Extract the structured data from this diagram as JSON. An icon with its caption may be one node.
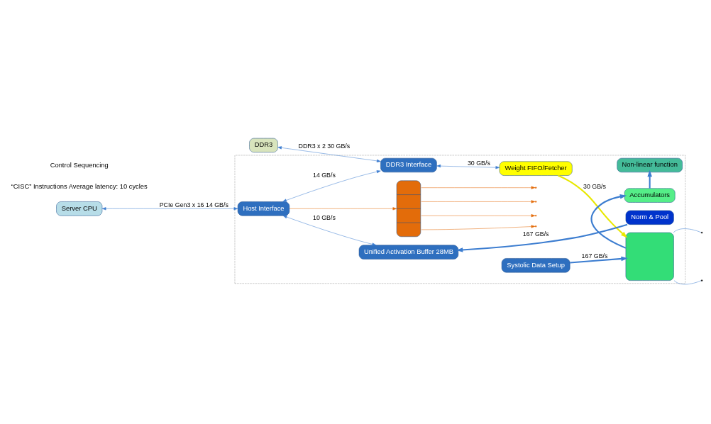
{
  "diagram": {
    "nodes": [
      {
        "text": [
          "DDR3"
        ]
      },
      {
        "text": [
          "Server CPU"
        ]
      },
      {
        "text": [],
        "shape": "box"
      },
      {
        "text": [
          "Host Interface"
        ],
        "in": 2
      },
      {
        "text": [
          "DDR3 Interface"
        ],
        "in": 2
      },
      {
        "text": [
          "Weight FIFO/Fetcher"
        ],
        "in": 2
      },
      {
        "text": [
          "Unified Activation Buffer 28MB"
        ],
        "in": 2
      },
      {
        "text": [
          "Systolic Data Setup"
        ],
        "in": 2
      },
      {
        "text": [],
        "shape": "box",
        "in": 2
      },
      {
        "text": [
          "Accumulators"
        ],
        "in": 2
      },
      {
        "text": [
          "Non-linear function"
        ],
        "in": 2
      },
      {
        "text": [
          "Norm & Pool"
        ],
        "in": 2
      },
      {
        "text": [],
        "shape": "box",
        "in": 2
      }
    ],
    "edges": [
      {
        "from": 1,
        "to": 3,
        "arrow": "both",
        "label": "PCIe Gen3 x 16 14 GB/s"
      },
      {
        "from": 0,
        "to": 4,
        "arrow": "both",
        "label": "DDR3 x 2 30 GB/s"
      },
      {
        "from": 3,
        "to": 4,
        "arrow": "both",
        "label": "14 GB/s"
      },
      {
        "from": 4,
        "to": 5,
        "arrow": "both",
        "label": "30 GB/s"
      },
      {
        "from": 3,
        "to": 6,
        "arrow": "both",
        "label": "10 GB/s"
      },
      {
        "from": 5,
        "to": 8,
        "arrow": "to",
        "label": "30 GB/s",
        "style": "thick",
        "color": "#e8e800"
      },
      {
        "from": 7,
        "to": 8,
        "arrow": "to",
        "label": "167 GB/s",
        "style": "thick"
      },
      {
        "from": 8,
        "to": 9,
        "arrow": "to",
        "style": "thick"
      },
      {
        "from": 9,
        "to": 10,
        "arrow": "to",
        "style": "thick"
      },
      {
        "from": 11,
        "to": 6,
        "arrow": "to",
        "label": "167 GB/s",
        "style": "thick"
      },
      {
        "from": 3,
        "to": 12,
        "arrow": "to",
        "color": "#e36c0a"
      },
      {
        "from": 12,
        "to": null,
        "arrow": "to",
        "color": "#e36c0a"
      },
      {
        "from": 12,
        "to": null,
        "arrow": "to",
        "color": "#e36c0a"
      },
      {
        "from": 12,
        "to": null,
        "arrow": "to",
        "color": "#e36c0a"
      },
      {
        "from": 12,
        "to": null,
        "arrow": "to",
        "color": "#e36c0a"
      },
      {
        "from": 8,
        "to": null,
        "arrow": "none"
      },
      {
        "from": 8,
        "to": null,
        "arrow": "none"
      }
    ],
    "labels": [
      "“CISC” Instructions Average latency: 10 cycles",
      "Control Sequencing"
    ]
  }
}
